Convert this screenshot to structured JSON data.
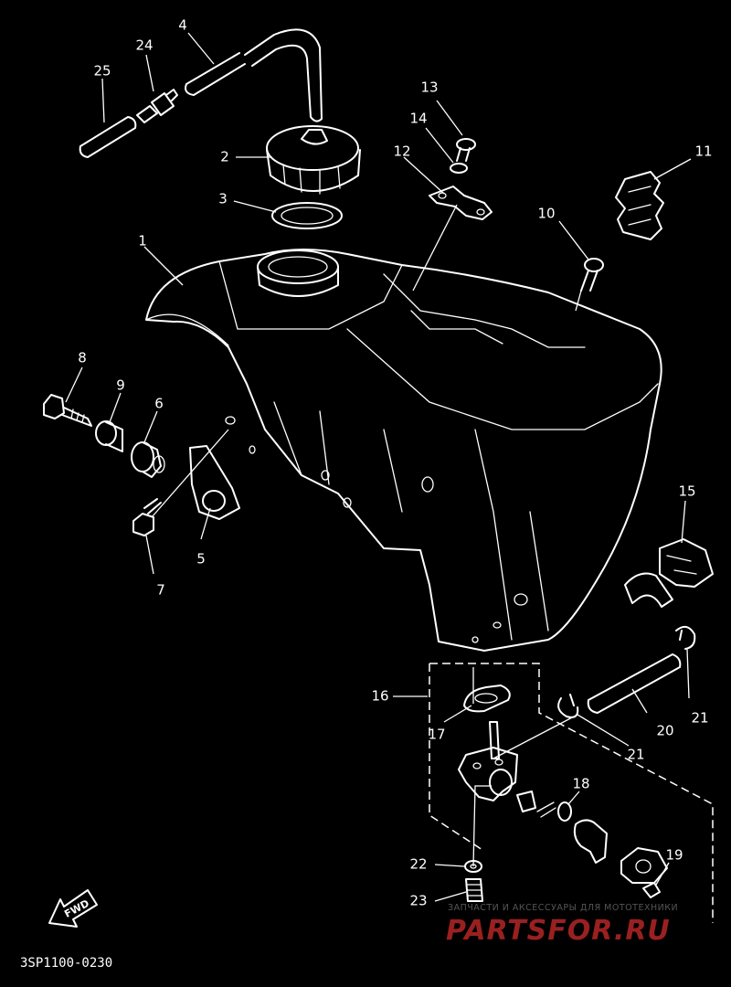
{
  "callouts": {
    "n1": "1",
    "n2": "2",
    "n3": "3",
    "n4": "4",
    "n5": "5",
    "n6": "6",
    "n7": "7",
    "n8": "8",
    "n9": "9",
    "n10": "10",
    "n11": "11",
    "n12": "12",
    "n13": "13",
    "n14": "14",
    "n15": "15",
    "n16": "16",
    "n17": "17",
    "n18": "18",
    "n19": "19",
    "n20": "20",
    "n21a": "21",
    "n21b": "21",
    "n22": "22",
    "n23": "23",
    "n24": "24",
    "n25": "25"
  },
  "fwd_label": "FWD",
  "drawing_code": "3SP1100-0230",
  "watermark": {
    "caption": "ЗАПЧАСТИ И АКСЕССУАРЫ ДЛЯ МОТОТЕХНИКИ",
    "logo": "PARTSFOR.RU"
  }
}
